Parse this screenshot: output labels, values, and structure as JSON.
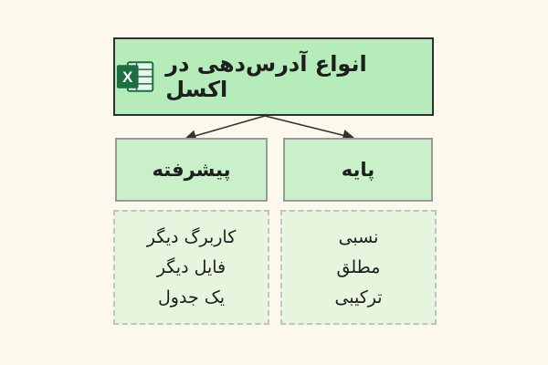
{
  "title": "انواع آدرس‌دهی در اکسل",
  "excel_icon": {
    "letter": "X",
    "colors": {
      "dark": "#1d6f42",
      "light": "#e8f5ec"
    }
  },
  "nodes": [
    {
      "label": "پایه",
      "items": [
        "نسبی",
        "مطلق",
        "ترکیبی"
      ]
    },
    {
      "label": "پیشرفته",
      "items": [
        "کاربرگ دیگر",
        "فایل دیگر",
        "یک جدول"
      ]
    }
  ],
  "colors": {
    "background": "#fdf8ec",
    "title_fill": "#b6ecb9",
    "node_fill": "#c9f0c8",
    "list_fill": "#e7f5df",
    "arrow": "#333333"
  }
}
